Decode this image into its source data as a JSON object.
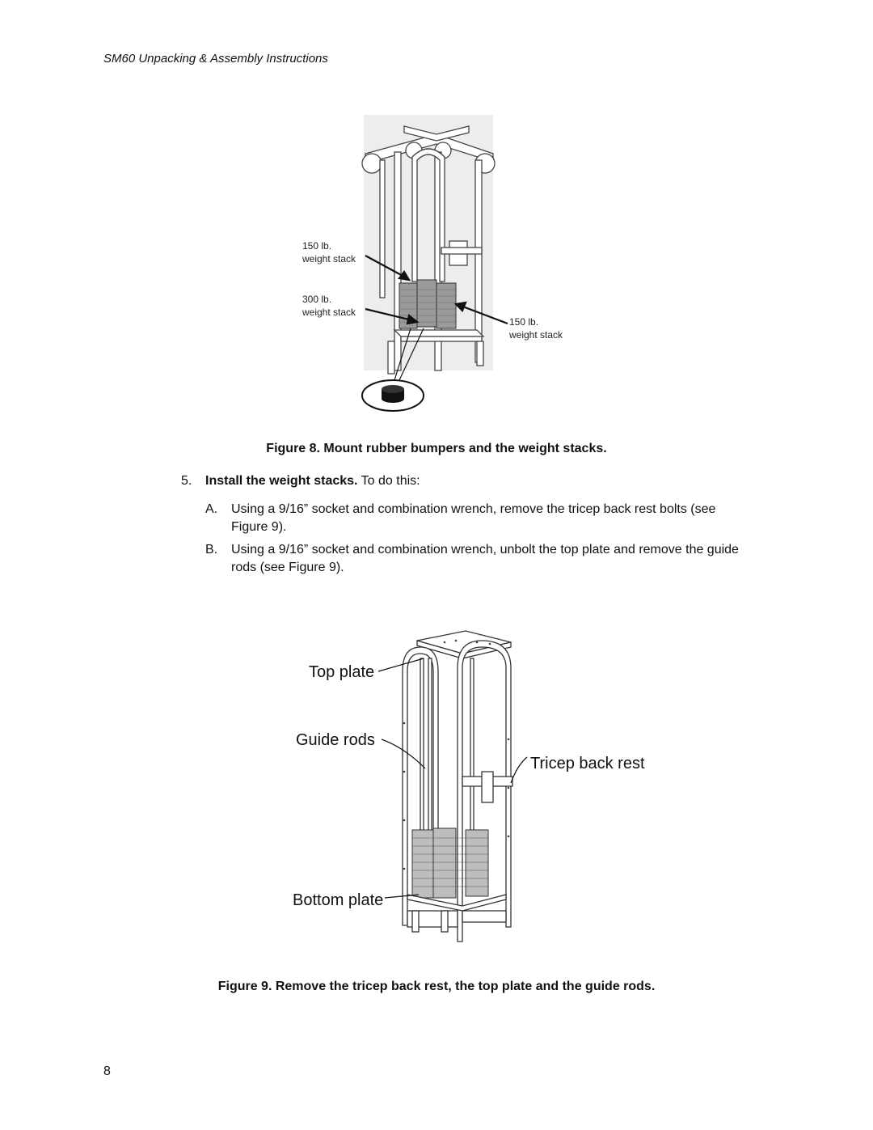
{
  "header": "SM60 Unpacking & Assembly Instructions",
  "figure8": {
    "labels": {
      "stack_150_top_line1": "150 lb.",
      "stack_150_top_line2": "weight stack",
      "stack_300_line1": "300 lb.",
      "stack_300_line2": "weight stack",
      "stack_150_right_line1": "150 lb.",
      "stack_150_right_line2": "weight stack"
    },
    "caption": "Figure 8. Mount rubber bumpers and the weight stacks."
  },
  "step5": {
    "number": "5.",
    "bold": "Install the weight stacks.",
    "rest": " To do this:",
    "items": [
      {
        "letter": "A.",
        "text": "Using a 9/16” socket and combination wrench, remove the tricep back rest bolts (see Figure 9)."
      },
      {
        "letter": "B.",
        "text": "Using a 9/16” socket and combination wrench, unbolt the top plate and remove the guide rods (see Figure 9)."
      }
    ]
  },
  "figure9": {
    "labels": {
      "top_plate": "Top plate",
      "guide_rods": "Guide rods",
      "tricep_back_rest": "Tricep back rest",
      "bottom_plate": "Bottom plate"
    },
    "caption": "Figure 9. Remove the tricep back rest, the top plate and the guide rods."
  },
  "page_number": "8"
}
